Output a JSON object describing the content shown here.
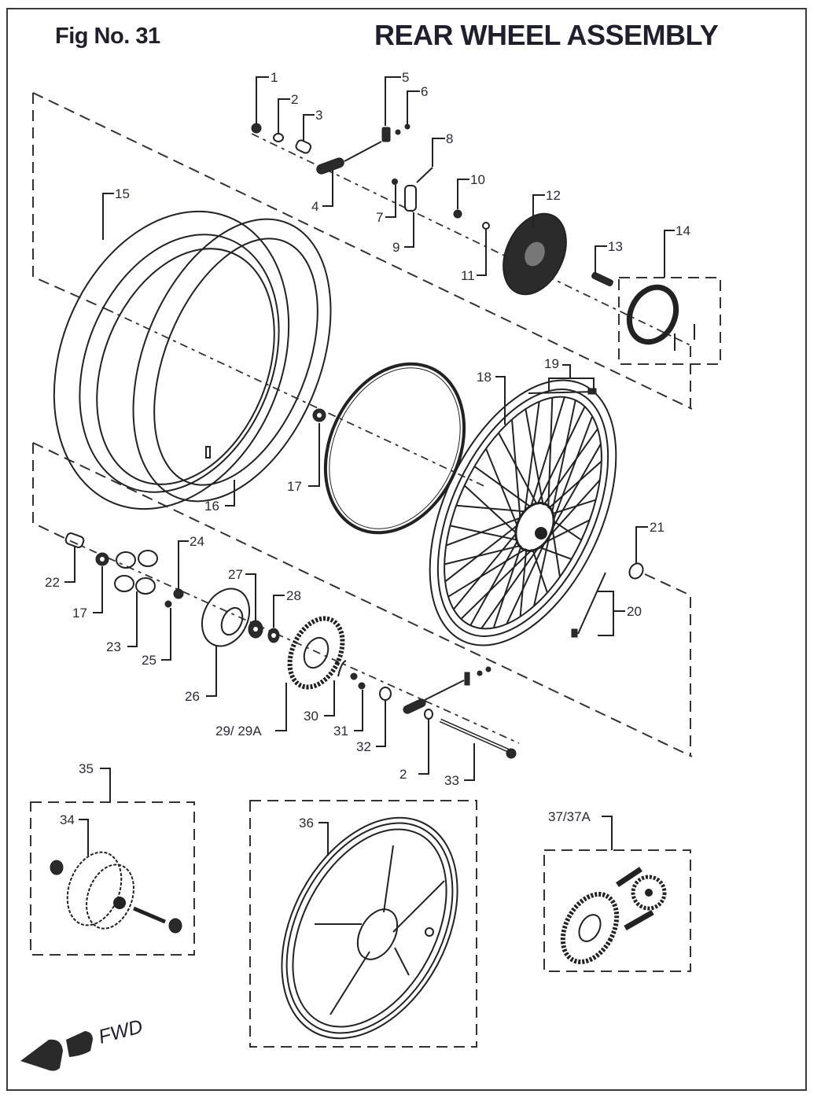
{
  "header": {
    "figure_number": "Fig No. 31",
    "title": "REAR WHEEL ASSEMBLY"
  },
  "direction_indicator": {
    "label": "FWD",
    "icon": "forward-arrow-icon"
  },
  "callouts": [
    {
      "id": "1",
      "text": "1"
    },
    {
      "id": "2",
      "text": "2"
    },
    {
      "id": "3",
      "text": "3"
    },
    {
      "id": "4",
      "text": "4"
    },
    {
      "id": "5",
      "text": "5"
    },
    {
      "id": "6",
      "text": "6"
    },
    {
      "id": "7",
      "text": "7"
    },
    {
      "id": "8",
      "text": "8"
    },
    {
      "id": "9",
      "text": "9"
    },
    {
      "id": "10",
      "text": "10"
    },
    {
      "id": "11",
      "text": "11"
    },
    {
      "id": "12",
      "text": "12"
    },
    {
      "id": "13",
      "text": "13"
    },
    {
      "id": "14",
      "text": "14"
    },
    {
      "id": "15",
      "text": "15"
    },
    {
      "id": "16",
      "text": "16"
    },
    {
      "id": "17a",
      "text": "17"
    },
    {
      "id": "18",
      "text": "18"
    },
    {
      "id": "19",
      "text": "19"
    },
    {
      "id": "20",
      "text": "20"
    },
    {
      "id": "21",
      "text": "21"
    },
    {
      "id": "22",
      "text": "22"
    },
    {
      "id": "17b",
      "text": "17"
    },
    {
      "id": "23",
      "text": "23"
    },
    {
      "id": "24",
      "text": "24"
    },
    {
      "id": "25",
      "text": "25"
    },
    {
      "id": "26",
      "text": "26"
    },
    {
      "id": "27",
      "text": "27"
    },
    {
      "id": "28",
      "text": "28"
    },
    {
      "id": "29",
      "text": "29/ 29A"
    },
    {
      "id": "30",
      "text": "30"
    },
    {
      "id": "31",
      "text": "31"
    },
    {
      "id": "32",
      "text": "32"
    },
    {
      "id": "2b",
      "text": "2"
    },
    {
      "id": "33",
      "text": "33"
    },
    {
      "id": "35",
      "text": "35"
    },
    {
      "id": "34",
      "text": "34"
    },
    {
      "id": "36",
      "text": "36"
    },
    {
      "id": "37",
      "text": "37/37A"
    }
  ]
}
